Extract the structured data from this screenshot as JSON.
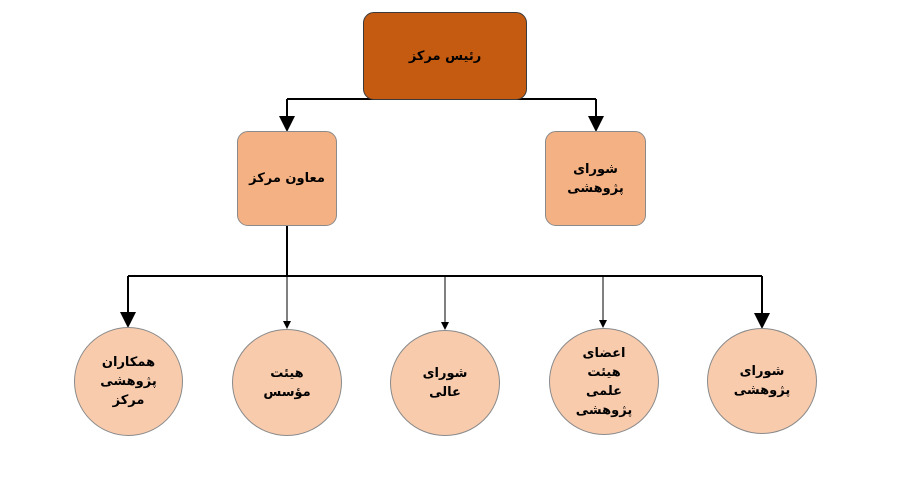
{
  "diagram": {
    "root": {
      "label": "رئیس مرکز"
    },
    "level2": [
      {
        "id": "deputy",
        "label": "معاون مرکز"
      },
      {
        "id": "council_top",
        "label": "شورای\nپژوهشی"
      }
    ],
    "level3": [
      {
        "id": "c1",
        "label": "همکاران\nپژوهشی\nمرکز"
      },
      {
        "id": "c2",
        "label": "هیئت\nمؤسس"
      },
      {
        "id": "c3",
        "label": "شورای\nعالی"
      },
      {
        "id": "c4",
        "label": "اعضای\nهیئت\nعلمی\nپژوهشی"
      },
      {
        "id": "c5",
        "label": "شورای\nپژوهشی"
      }
    ],
    "colors": {
      "root_fill": "#c55a11",
      "level2_fill": "#f4b183",
      "level3_fill": "#f8cbad",
      "connector": "#000000"
    }
  }
}
